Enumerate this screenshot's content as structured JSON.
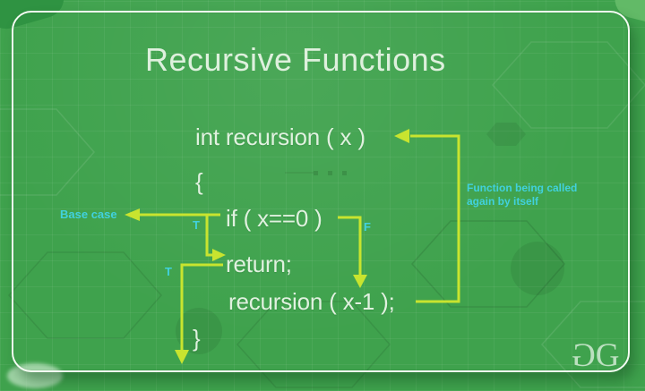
{
  "title": "Recursive Functions",
  "code": {
    "declaration": "int recursion ( x )",
    "open_brace": "{",
    "if_condition": "if ( x==0 )",
    "return_statement": "return;",
    "recursive_call": "recursion ( x-1 );",
    "close_brace": "}"
  },
  "labels": {
    "base_case": "Base case",
    "true_top": "T",
    "false_branch": "F",
    "true_bottom": "T",
    "note_line1": "Function being called",
    "note_line2": "again by itself"
  },
  "logo": {
    "left_glyph": "G",
    "right_glyph": "G"
  },
  "colors": {
    "background_green": "#3fa24d",
    "frame_white": "#f3fbf2",
    "code_text": "#e0f1df",
    "arrow_lime": "#c8e42f",
    "label_cyan": "#41d1dd",
    "logo_green": "#c3e4c6"
  }
}
